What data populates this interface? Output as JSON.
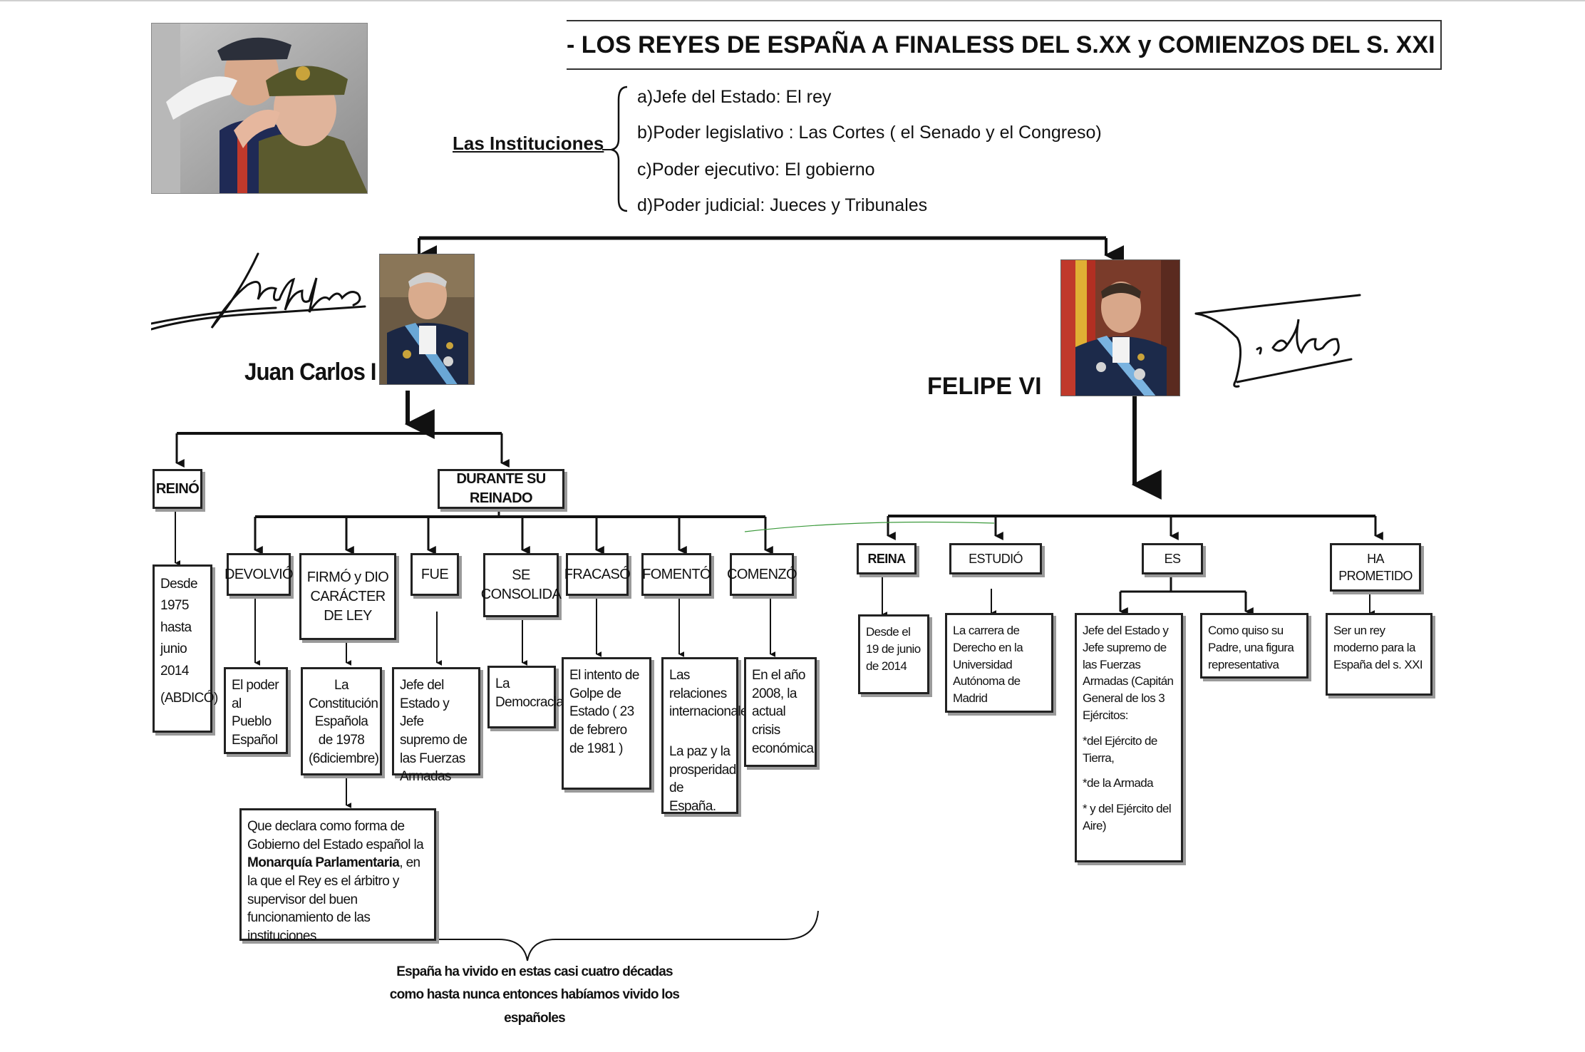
{
  "title": "- LOS REYES DE ESPAÑA A FINALESS DEL S.XX y COMIENZOS DEL S. XXI",
  "instituciones": {
    "label": "Las Instituciones",
    "items": [
      "a)Jefe del Estado: El rey",
      "b)Poder legislativo : Las Cortes ( el Senado y el Congreso)",
      "c)Poder ejecutivo: El gobierno",
      "d)Poder judicial: Jueces y Tribunales"
    ]
  },
  "juan_carlos": {
    "name": "Juan Carlos I",
    "reino": {
      "header": "REINÓ",
      "text": [
        "Desde",
        "1975",
        "hasta",
        "junio",
        "2014",
        "(ABDICÓ)"
      ]
    },
    "durante": {
      "header": "DURANTE SU REINADO",
      "devolvio": {
        "header": "DEVOLVIÓ",
        "text": "El poder al Pueblo Español"
      },
      "firmo": {
        "header": "FIRMÓ y DIO CARÁCTER DE LEY",
        "text": "La Constitución Española de 1978 (6diciembre)"
      },
      "declara": {
        "pre": "Que declara como forma de Gobierno del Estado español la ",
        "bold": "Monarquía Parlamentaria",
        "post": ", en la que el Rey es el árbitro y supervisor del buen funcionamiento de las instituciones"
      },
      "fue": {
        "header": "FUE",
        "text": "Jefe del Estado y Jefe supremo de las Fuerzas Armadas"
      },
      "consolida": {
        "header": "SE CONSOLIDA",
        "text": "La Democracia"
      },
      "fracaso": {
        "header": "FRACASÓ",
        "text": "El intento de Golpe de Estado ( 23 de febrero de 1981 )"
      },
      "fomento": {
        "header": "FOMENTÓ",
        "text1": "Las relaciones internacionales",
        "text2": "La paz y la prosperidad de España."
      },
      "comenzo": {
        "header": "COMENZÓ",
        "text": "En el año 2008, la actual crisis económica"
      }
    },
    "footer": [
      "España ha vivido en estas casi cuatro décadas",
      "como hasta nunca entonces habíamos vivido los españoles"
    ]
  },
  "felipe": {
    "name": "FELIPE VI",
    "reina": {
      "header": "REINA",
      "text": "Desde el 19 de junio de 2014"
    },
    "estudio": {
      "header": "ESTUDIÓ",
      "text": "La carrera de Derecho en la Universidad Autónoma de Madrid"
    },
    "es": {
      "header": "ES",
      "text1": "Jefe del Estado y Jefe supremo de las Fuerzas Armadas (Capitán General de los 3 Ejércitos:",
      "text2": "*del Ejército de Tierra,",
      "text3": "*de la Armada",
      "text4": "* y del Ejército del Aire)",
      "text5": "Como quiso su Padre, una figura representativa"
    },
    "prometido": {
      "header": "HA PROMETIDO",
      "text": "Ser un rey moderno para la España del s. XXI"
    }
  }
}
